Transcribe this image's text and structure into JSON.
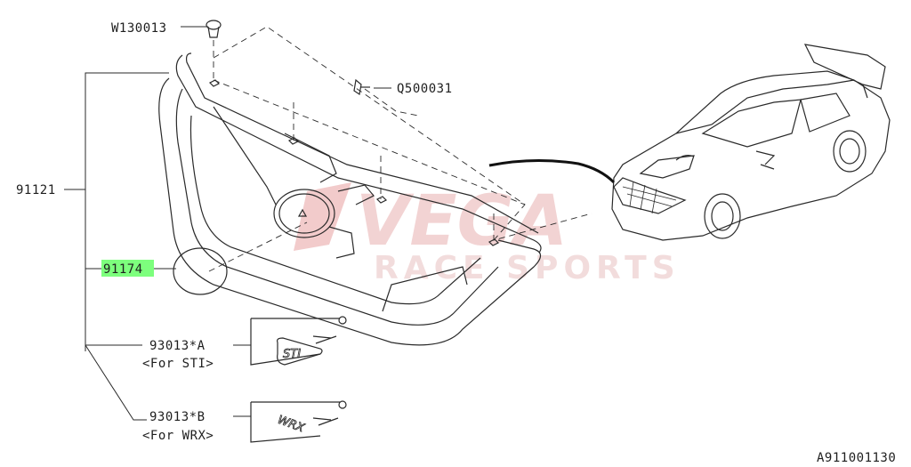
{
  "parts": {
    "w130013": "W130013",
    "q500031": "Q500031",
    "p91121": "91121",
    "p91174": "91174",
    "p93013a": "93013*A",
    "p93013a_note": "<For STI>",
    "p93013b": "93013*B",
    "p93013b_note": "<For WRX>"
  },
  "drawing_id": "A911001130",
  "watermark": {
    "brand": "VEGA",
    "sub": "RACE SPORTS",
    "color": "#e8a0a0"
  },
  "highlight_color": "#7dff7d",
  "badges": {
    "sti": "STI",
    "wrx": "WRX"
  }
}
